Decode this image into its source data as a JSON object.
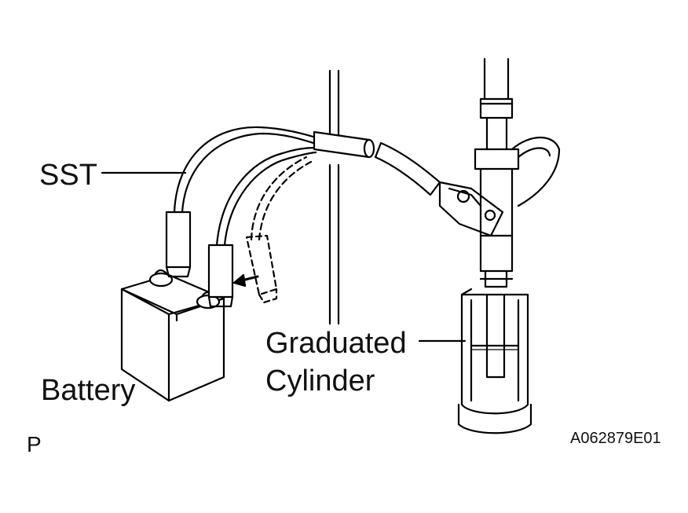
{
  "labels": {
    "sst": "SST",
    "battery": "Battery",
    "graduated_line1": "Graduated",
    "graduated_line2": "Cylinder",
    "view_marker": "P",
    "figure_code": "A062879E01"
  }
}
